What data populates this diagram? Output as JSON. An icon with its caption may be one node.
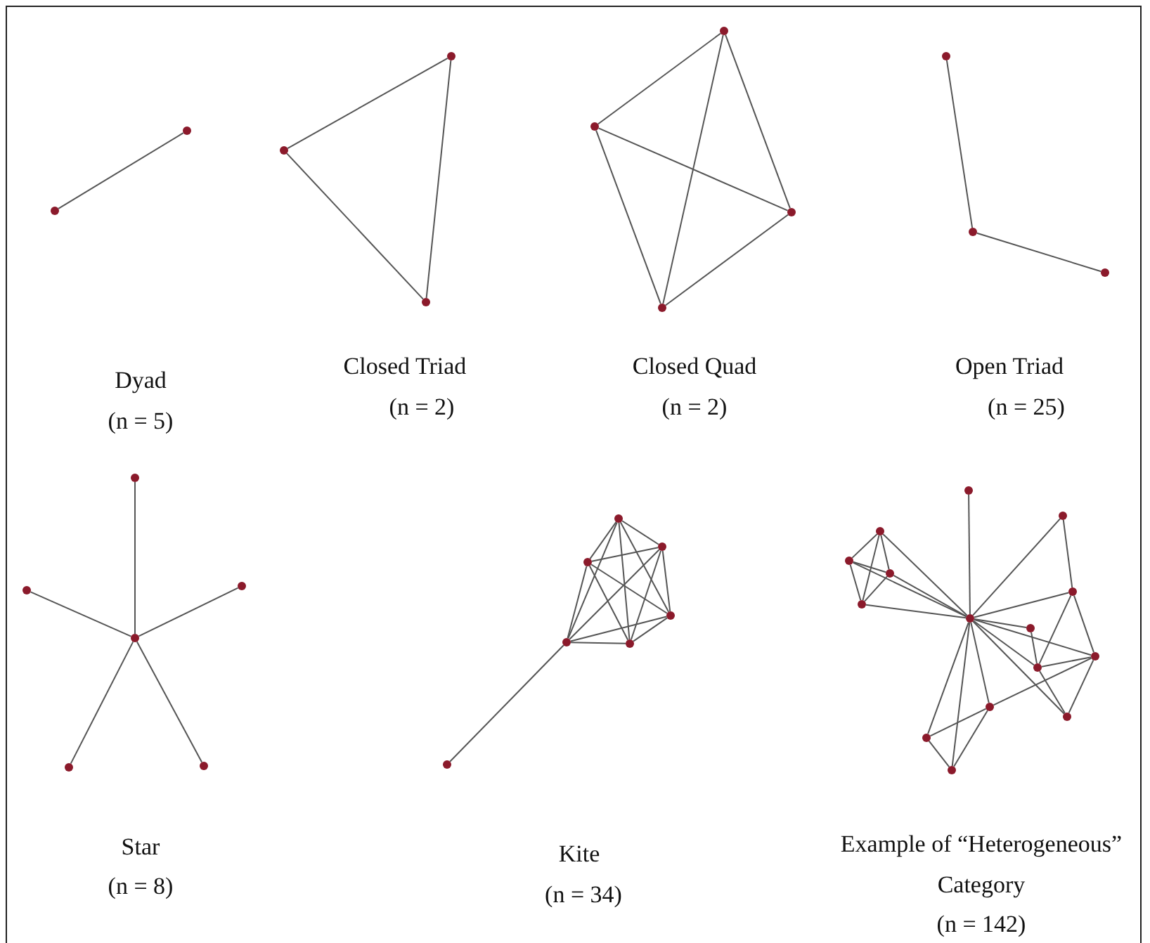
{
  "diagram": {
    "nodes": [
      {
        "text": [],
        "shape": "circle"
      },
      {
        "text": [],
        "shape": "circle"
      },
      {
        "text": [],
        "shape": "circle"
      },
      {
        "text": [],
        "shape": "circle"
      },
      {
        "text": [],
        "shape": "circle"
      },
      {
        "text": [],
        "shape": "circle"
      },
      {
        "text": [],
        "shape": "circle"
      },
      {
        "text": [],
        "shape": "circle"
      },
      {
        "text": [],
        "shape": "circle"
      },
      {
        "text": [],
        "shape": "circle"
      },
      {
        "text": [],
        "shape": "circle"
      },
      {
        "text": [],
        "shape": "circle"
      },
      {
        "text": [],
        "shape": "circle"
      },
      {
        "text": [],
        "shape": "circle"
      },
      {
        "text": [],
        "shape": "circle"
      },
      {
        "text": [],
        "shape": "circle"
      },
      {
        "text": [],
        "shape": "circle"
      },
      {
        "text": [],
        "shape": "circle"
      },
      {
        "text": [],
        "shape": "circle"
      },
      {
        "text": [],
        "shape": "circle"
      },
      {
        "text": [],
        "shape": "circle"
      },
      {
        "text": [],
        "shape": "circle"
      },
      {
        "text": [],
        "shape": "circle"
      },
      {
        "text": [],
        "shape": "circle"
      },
      {
        "text": [],
        "shape": "circle"
      },
      {
        "text": [],
        "shape": "circle"
      },
      {
        "text": [],
        "shape": "circle"
      },
      {
        "text": [],
        "shape": "circle"
      },
      {
        "text": [],
        "shape": "circle"
      },
      {
        "text": [],
        "shape": "circle"
      },
      {
        "text": [],
        "shape": "circle"
      },
      {
        "text": [],
        "shape": "circle"
      },
      {
        "text": [],
        "shape": "circle"
      },
      {
        "text": [],
        "shape": "circle"
      },
      {
        "text": [],
        "shape": "circle"
      },
      {
        "text": [],
        "shape": "circle"
      },
      {
        "text": [],
        "shape": "circle"
      },
      {
        "text": [],
        "shape": "circle"
      },
      {
        "text": [],
        "shape": "circle"
      },
      {
        "text": [],
        "shape": "circle"
      }
    ],
    "edges": [
      {
        "from": 0,
        "to": 1,
        "arrow": "none"
      },
      {
        "from": 2,
        "to": 3,
        "arrow": "none"
      },
      {
        "from": 3,
        "to": 4,
        "arrow": "none"
      },
      {
        "from": 2,
        "to": 4,
        "arrow": "none"
      },
      {
        "from": 5,
        "to": 6,
        "arrow": "none"
      },
      {
        "from": 5,
        "to": 7,
        "arrow": "none"
      },
      {
        "from": 5,
        "to": 8,
        "arrow": "none"
      },
      {
        "from": 6,
        "to": 7,
        "arrow": "none"
      },
      {
        "from": 6,
        "to": 8,
        "arrow": "none"
      },
      {
        "from": 8,
        "to": 7,
        "arrow": "none"
      },
      {
        "from": 9,
        "to": 10,
        "arrow": "none"
      },
      {
        "from": 10,
        "to": 11,
        "arrow": "none"
      },
      {
        "from": 14,
        "to": 12,
        "arrow": "none"
      },
      {
        "from": 14,
        "to": 13,
        "arrow": "none"
      },
      {
        "from": 14,
        "to": 15,
        "arrow": "none"
      },
      {
        "from": 14,
        "to": 16,
        "arrow": "none"
      },
      {
        "from": 14,
        "to": 17,
        "arrow": "none"
      },
      {
        "from": 18,
        "to": 19,
        "arrow": "none"
      },
      {
        "from": 18,
        "to": 20,
        "arrow": "none"
      },
      {
        "from": 18,
        "to": 21,
        "arrow": "none"
      },
      {
        "from": 18,
        "to": 22,
        "arrow": "none"
      },
      {
        "from": 18,
        "to": 23,
        "arrow": "none"
      },
      {
        "from": 19,
        "to": 20,
        "arrow": "none"
      },
      {
        "from": 19,
        "to": 21,
        "arrow": "none"
      },
      {
        "from": 19,
        "to": 22,
        "arrow": "none"
      },
      {
        "from": 19,
        "to": 23,
        "arrow": "none"
      },
      {
        "from": 20,
        "to": 21,
        "arrow": "none"
      },
      {
        "from": 20,
        "to": 22,
        "arrow": "none"
      },
      {
        "from": 20,
        "to": 23,
        "arrow": "none"
      },
      {
        "from": 21,
        "to": 22,
        "arrow": "none"
      },
      {
        "from": 21,
        "to": 23,
        "arrow": "none"
      },
      {
        "from": 22,
        "to": 23,
        "arrow": "none"
      },
      {
        "from": 22,
        "to": 24,
        "arrow": "none"
      },
      {
        "from": 27,
        "to": 28,
        "arrow": "none"
      },
      {
        "from": 27,
        "to": 29,
        "arrow": "none"
      },
      {
        "from": 27,
        "to": 31,
        "arrow": "none"
      },
      {
        "from": 27,
        "to": 32,
        "arrow": "none"
      },
      {
        "from": 28,
        "to": 29,
        "arrow": "none"
      },
      {
        "from": 28,
        "to": 31,
        "arrow": "none"
      },
      {
        "from": 28,
        "to": 32,
        "arrow": "none"
      },
      {
        "from": 29,
        "to": 32,
        "arrow": "none"
      },
      {
        "from": 31,
        "to": 32,
        "arrow": "none"
      },
      {
        "from": 29,
        "to": 31,
        "arrow": "none"
      },
      {
        "from": 25,
        "to": 32,
        "arrow": "none"
      },
      {
        "from": 26,
        "to": 32,
        "arrow": "none"
      },
      {
        "from": 26,
        "to": 30,
        "arrow": "none"
      },
      {
        "from": 30,
        "to": 32,
        "arrow": "none"
      },
      {
        "from": 30,
        "to": 35,
        "arrow": "none"
      },
      {
        "from": 30,
        "to": 34,
        "arrow": "none"
      },
      {
        "from": 32,
        "to": 33,
        "arrow": "none"
      },
      {
        "from": 32,
        "to": 34,
        "arrow": "none"
      },
      {
        "from": 32,
        "to": 35,
        "arrow": "none"
      },
      {
        "from": 32,
        "to": 37,
        "arrow": "none"
      },
      {
        "from": 32,
        "to": 36,
        "arrow": "none"
      },
      {
        "from": 32,
        "to": 38,
        "arrow": "none"
      },
      {
        "from": 32,
        "to": 39,
        "arrow": "none"
      },
      {
        "from": 33,
        "to": 35,
        "arrow": "none"
      },
      {
        "from": 35,
        "to": 34,
        "arrow": "none"
      },
      {
        "from": 34,
        "to": 37,
        "arrow": "none"
      },
      {
        "from": 35,
        "to": 37,
        "arrow": "none"
      },
      {
        "from": 34,
        "to": 36,
        "arrow": "none"
      },
      {
        "from": 36,
        "to": 38,
        "arrow": "none"
      },
      {
        "from": 36,
        "to": 39,
        "arrow": "none"
      },
      {
        "from": 38,
        "to": 39,
        "arrow": "none"
      }
    ],
    "labels": [
      "Dyad",
      "(n = 5)",
      "Closed Triad",
      "(n = 2)",
      "Closed Quad",
      "(n = 2)",
      "Open Triad",
      "(n = 25)",
      "Star",
      "(n = 8)",
      "Kite",
      "(n = 34)",
      "Example of “Heterogeneous” Category",
      "(n = 142)"
    ]
  }
}
